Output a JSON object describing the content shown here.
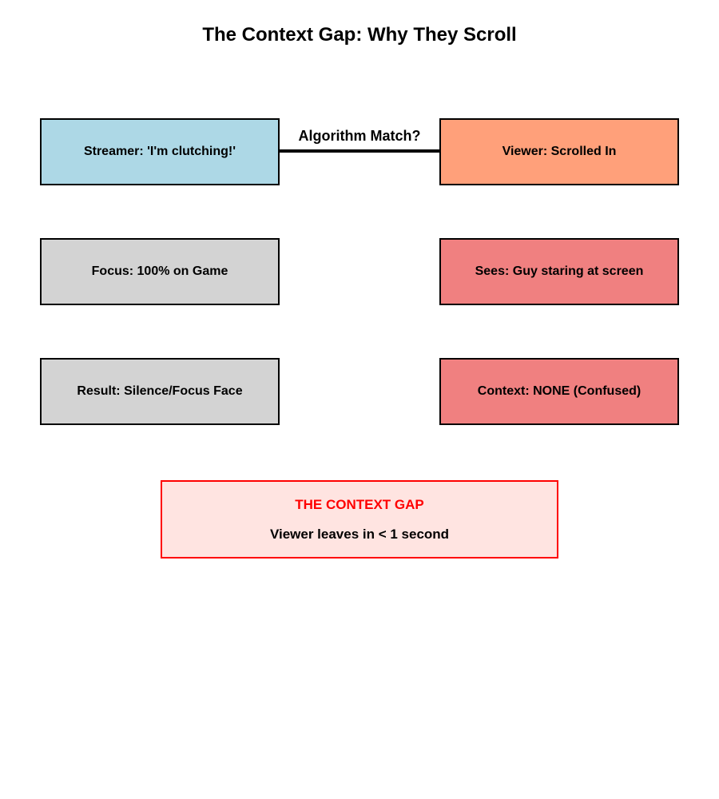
{
  "title": "The Context Gap: Why They Scroll",
  "connector": {
    "label": "Algorithm Match?"
  },
  "streamer_column": {
    "items": [
      {
        "label": "Streamer: 'I'm clutching!'",
        "color": "#ADD8E6"
      },
      {
        "label": "Focus: 100% on Game",
        "color": "#D3D3D3"
      },
      {
        "label": "Result: Silence/Focus Face",
        "color": "#D3D3D3"
      }
    ]
  },
  "viewer_column": {
    "items": [
      {
        "label": "Viewer: Scrolled In",
        "color": "#FFA07A"
      },
      {
        "label": "Sees: Guy staring at screen",
        "color": "#F08080"
      },
      {
        "label": "Context: NONE (Confused)",
        "color": "#F08080"
      }
    ]
  },
  "gap_box": {
    "heading": "THE CONTEXT GAP",
    "subtext": "Viewer leaves in < 1 second",
    "heading_color": "#FF0000",
    "background": "#FFE4E1",
    "border_color": "#FF0000"
  },
  "colors": {
    "background": "#FFFFFF",
    "box_border": "#000000",
    "connector_line": "#000000",
    "text": "#000000"
  }
}
